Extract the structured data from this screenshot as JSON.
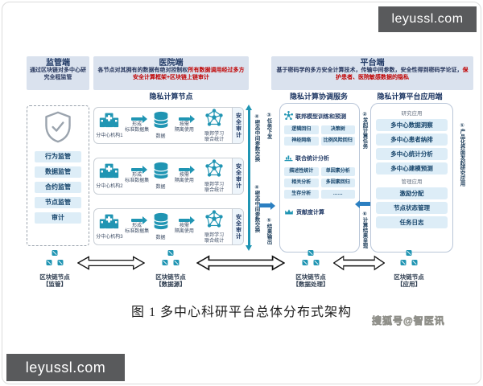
{
  "page": {
    "watermark": "leyussl.com",
    "caption": "图 1  多中心科研平台总体分布式架构",
    "credit": "搜狐号@智医讯"
  },
  "regulator": {
    "title": "监管端",
    "desc": "通过区块链对多中心研究全程监管",
    "items": [
      "行为监管",
      "数据监管",
      "合约监管",
      "节点监管",
      "审计"
    ]
  },
  "hospital": {
    "title": "医院端",
    "desc_plain": "各节点对其拥有的数据有绝对控制权",
    "desc_red": "所有数据调用经过多方安全计算框架+区块链上链审计",
    "section_title": "隐私计算节点",
    "audit_label": "安全审计",
    "rows": [
      {
        "org": "分中心机构1",
        "step1": "形成\n标准数据集",
        "data": "数据",
        "step2": "按需\n隔离使用",
        "fl": "联邦学习\n联合统计"
      },
      {
        "org": "分中心机构2",
        "step1": "形成\n标准数据集",
        "data": "数据",
        "step2": "按需\n隔离使用",
        "fl": "联邦学习\n联合统计"
      },
      {
        "org": "分中心机构3",
        "step1": "形成\n标准数据集",
        "data": "数据",
        "step2": "按需\n隔离使用",
        "fl": "联邦学习\n联合统计"
      }
    ]
  },
  "platform": {
    "title": "平台端",
    "desc_plain": "基于密码学的多方安全计算技术，传输中间参数，安全性得到密码学论证，",
    "desc_red": "保护患者、医院敏感数据的隐私",
    "coord": {
      "title": "隐私计算协调服务",
      "model_section": {
        "title": "联邦模型训练和预测",
        "pills": [
          "逻辑回归",
          "决策树",
          "神经网络",
          "比例风险回归"
        ]
      },
      "stats_section": {
        "title": "联合统计分析",
        "pills": [
          "描述性统计",
          "单因素分析",
          "相关分析",
          "多因素回归",
          "生存分析",
          "……"
        ]
      },
      "contrib_section": {
        "title": "贡献度计算"
      }
    },
    "app": {
      "title": "隐私计算平台应用端",
      "research_label": "研究应用",
      "research_pills": [
        "多中心数据洞察",
        "多中心患者纳排",
        "多中心统计分析",
        "多中心建模预测"
      ],
      "mgmt_label": "管理应用",
      "mgmt_pills": [
        "激励分配",
        "节点状态管理",
        "任务日志"
      ]
    }
  },
  "flows": {
    "f1": "①产品化界面发起研究应用",
    "f2": "②发起计算任务",
    "f3": "③任务下发",
    "f4a": "④密态中间参数交换",
    "f4b": "④密态中间参数交换",
    "f5": "⑤结果输出",
    "f6": "⑥计算结果呈现"
  },
  "blockchain": {
    "nodes": [
      {
        "name": "区块链节点",
        "role": "【监管】"
      },
      {
        "name": "区块链节点",
        "role": "【数据源】"
      },
      {
        "name": "区块链节点",
        "role": "【数据处理】"
      },
      {
        "name": "区块链节点",
        "role": "【应用】"
      }
    ]
  },
  "colors": {
    "teal": "#2095b3",
    "navy": "#1f3864",
    "red": "#c00000",
    "header_bg": "#dae2ee",
    "pill_bg": "#ddedf7",
    "watermark_bg": "#595a5c"
  }
}
